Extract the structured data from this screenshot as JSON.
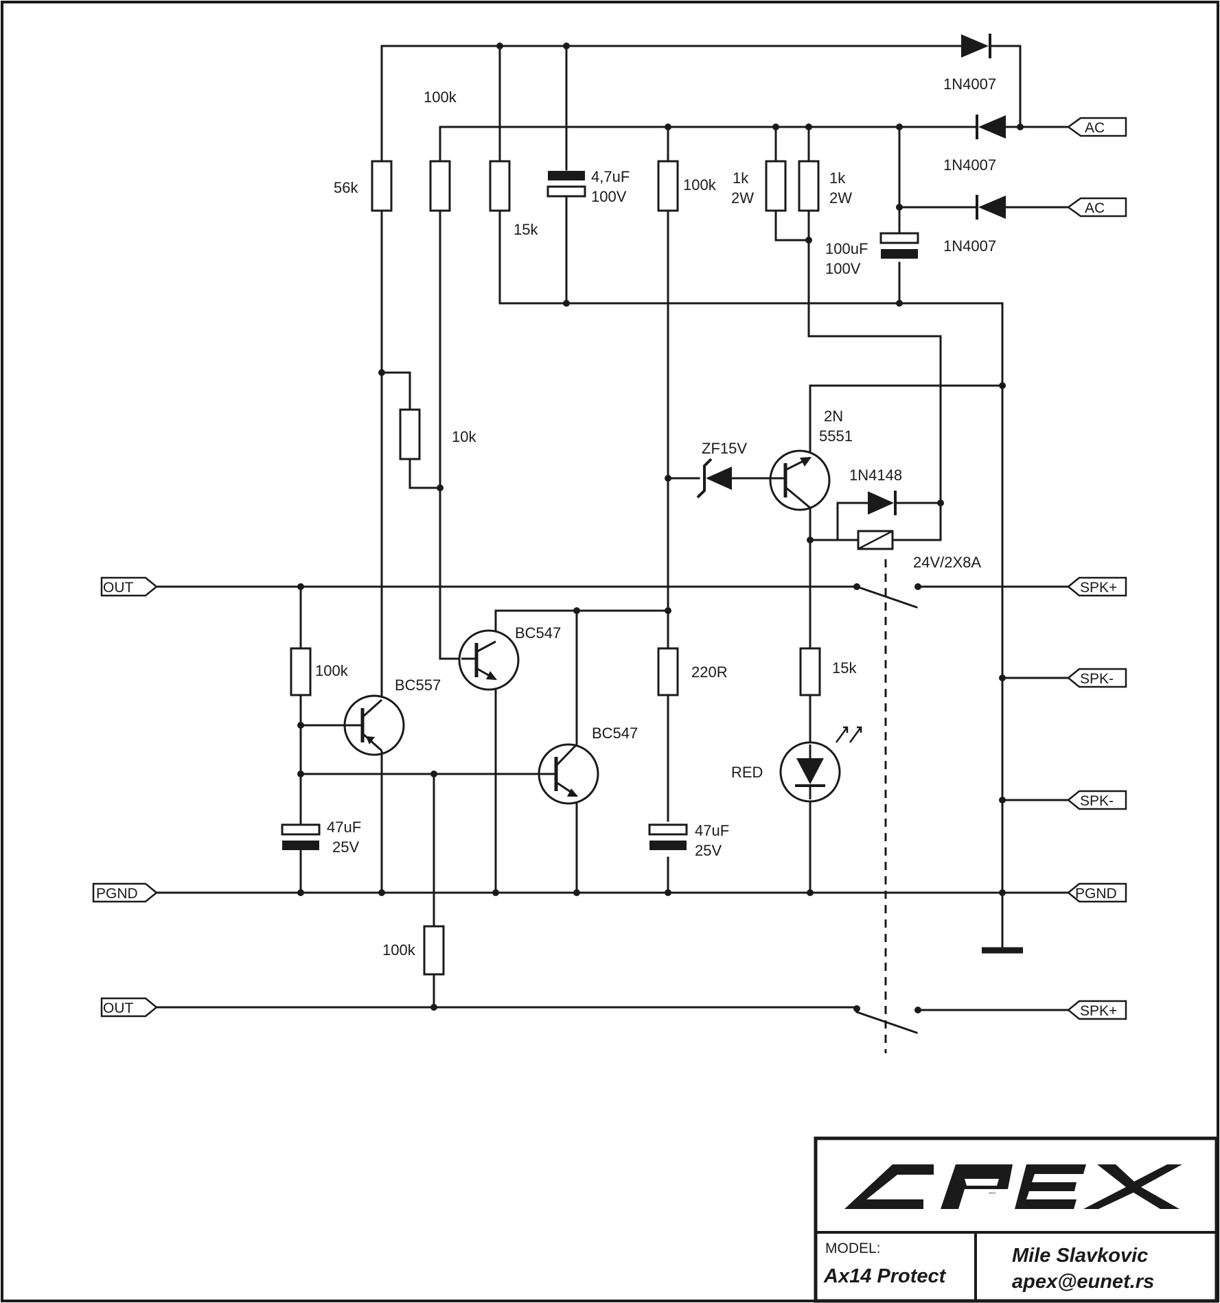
{
  "labels": {
    "r56k": "56k",
    "r100k_top": "100k",
    "r15k_top": "15k",
    "c47u_v": "4,7uF",
    "c47u_v2": "100V",
    "r100k_mid": "100k",
    "r1k_a": "1k",
    "r1k_a2": "2W",
    "r1k_b": "1k",
    "r1k_b2": "2W",
    "c100u_a": "100uF",
    "c100u_b": "100V",
    "d1": "1N4007",
    "d2": "1N4007",
    "d3": "1N4007",
    "r10k": "10k",
    "zener": "ZF15V",
    "q_2n_a": "2N",
    "q_2n_b": "5551",
    "d_1n4148": "1N4148",
    "relay": "24V/2X8A",
    "r100k_left": "100k",
    "q_bc557": "BC557",
    "q_bc547_a": "BC547",
    "q_bc547_b": "BC547",
    "r220": "220R",
    "r15k_led": "15k",
    "led": "RED",
    "c47_a1": "47uF",
    "c47_a2": "25V",
    "c47_b1": "47uF",
    "c47_b2": "25V",
    "r100k_bottom": "100k"
  },
  "ports": {
    "ac1": "AC",
    "ac2": "AC",
    "out_top": "OUT",
    "pgnd_left": "PGND",
    "out_bottom": "OUT",
    "spk_plus_top": "SPK+",
    "spk_minus_a": "SPK-",
    "spk_minus_b": "SPK-",
    "pgnd_right": "PGND",
    "spk_plus_bottom": "SPK+"
  },
  "title_block": {
    "logo": "APEX",
    "model_label": "MODEL:",
    "model_name": "Ax14 Protect",
    "author": "Mile Slavkovic",
    "email": "apex@eunet.rs"
  }
}
